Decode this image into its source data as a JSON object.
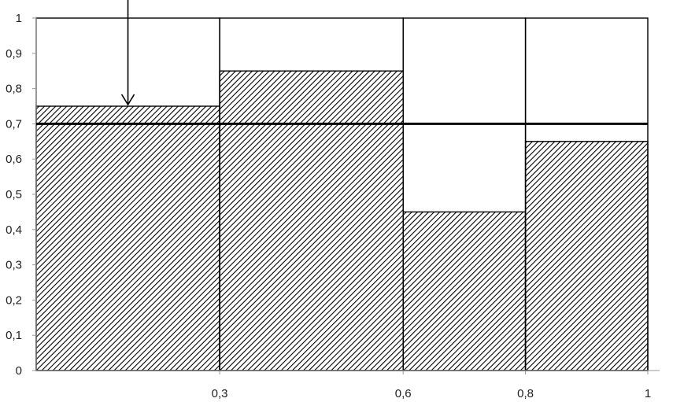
{
  "chart_data": {
    "type": "bar",
    "variable_width": true,
    "segments": [
      {
        "x_start": 0.0,
        "x_end": 0.3,
        "value": 0.75
      },
      {
        "x_start": 0.3,
        "x_end": 0.6,
        "value": 0.85
      },
      {
        "x_start": 0.6,
        "x_end": 0.8,
        "value": 0.45
      },
      {
        "x_start": 0.8,
        "x_end": 1.0,
        "value": 0.65
      }
    ],
    "threshold": 0.7,
    "arrow_x": 0.15,
    "xlim": [
      0,
      1
    ],
    "ylim": [
      0,
      1
    ],
    "x_tick_values": [
      0.3,
      0.6,
      0.8,
      1.0
    ],
    "x_tick_labels": [
      "0,3",
      "0,6",
      "0,8",
      "1"
    ],
    "y_tick_values": [
      0,
      0.1,
      0.2,
      0.3,
      0.4,
      0.5,
      0.6,
      0.7,
      0.8,
      0.9,
      1.0
    ],
    "y_tick_labels": [
      "0",
      "0,1",
      "0,2",
      "0,3",
      "0,4",
      "0,5",
      "0,6",
      "0,7",
      "0,8",
      "0,9",
      "1"
    ],
    "fill": "diagonal-hatch",
    "colors": {
      "stroke": "#000000",
      "hatch": "#000000",
      "axis": "#999999"
    },
    "title": "",
    "xlabel": "",
    "ylabel": ""
  }
}
